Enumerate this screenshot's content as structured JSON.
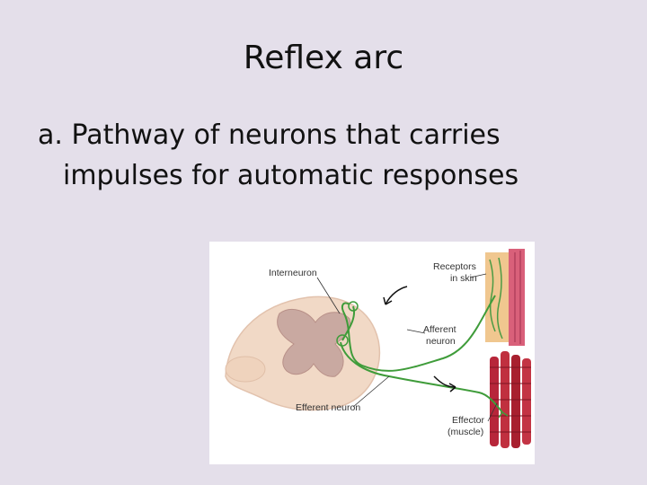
{
  "slide": {
    "title": "Reflex arc",
    "bullet_marker": "a.",
    "bullet_line1": "Pathway of neurons that carries",
    "bullet_line2": "impulses for automatic responses"
  },
  "diagram": {
    "labels": {
      "interneuron": "Interneuron",
      "receptors_1": "Receptors",
      "receptors_2": "in skin",
      "afferent_1": "Afferent",
      "afferent_2": "neuron",
      "efferent": "Efferent neuron",
      "effector_1": "Effector",
      "effector_2": "(muscle)"
    },
    "colors": {
      "background": "#e4dfea",
      "spinal_cord": "#f1d9c6",
      "gray_matter": "#c9a9a1",
      "neuron": "#3f9c3a",
      "skin": "#f0c78f",
      "muscle": "#b7263a"
    }
  }
}
